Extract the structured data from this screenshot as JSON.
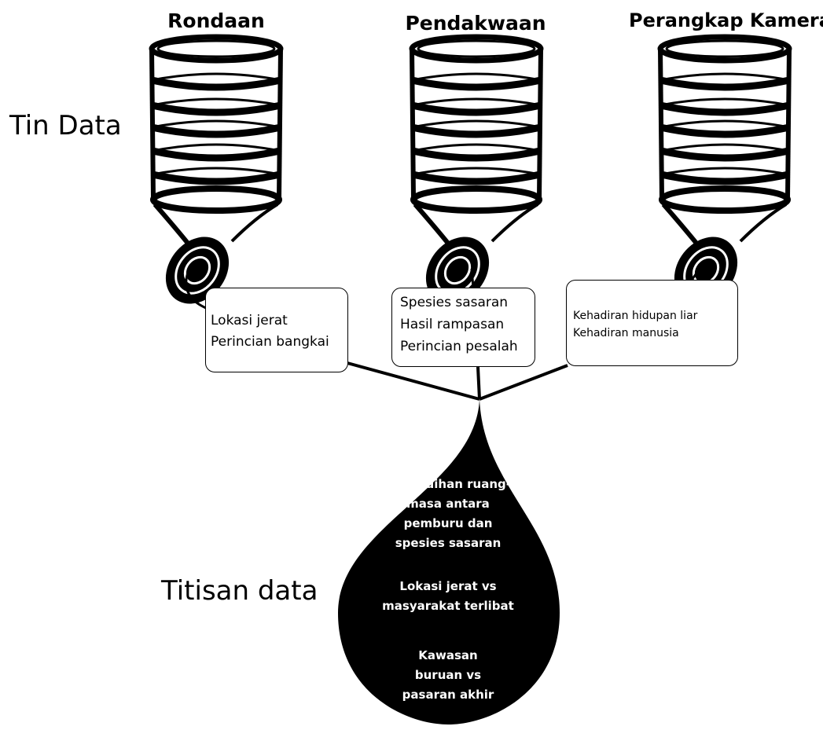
{
  "labels": {
    "tin_data": "Tin Data",
    "titisan_data": "Titisan data"
  },
  "cans": [
    {
      "title": "Rondaan",
      "box_lines": [
        "Lokasi jerat",
        "Perincian bangkai"
      ]
    },
    {
      "title": "Pendakwaan",
      "box_lines": [
        "Spesies sasaran",
        "Hasil rampasan",
        "Perincian pesalah"
      ]
    },
    {
      "title": "Perangkap Kamera",
      "box_lines": [
        "Kehadiran hidupan liar",
        "Kehadiran manusia"
      ]
    }
  ],
  "drop": {
    "groups": [
      [
        "Pertindihan ruang-",
        "masa antara",
        "pemburu dan",
        "spesies sasaran"
      ],
      [
        "Lokasi jerat vs",
        "masyarakat terlibat"
      ],
      [
        "Kawasan",
        "buruan vs",
        "pasaran akhir"
      ]
    ]
  },
  "colors": {
    "ink": "#000000",
    "background": "#ffffff",
    "drop_text": "#ffffff"
  }
}
